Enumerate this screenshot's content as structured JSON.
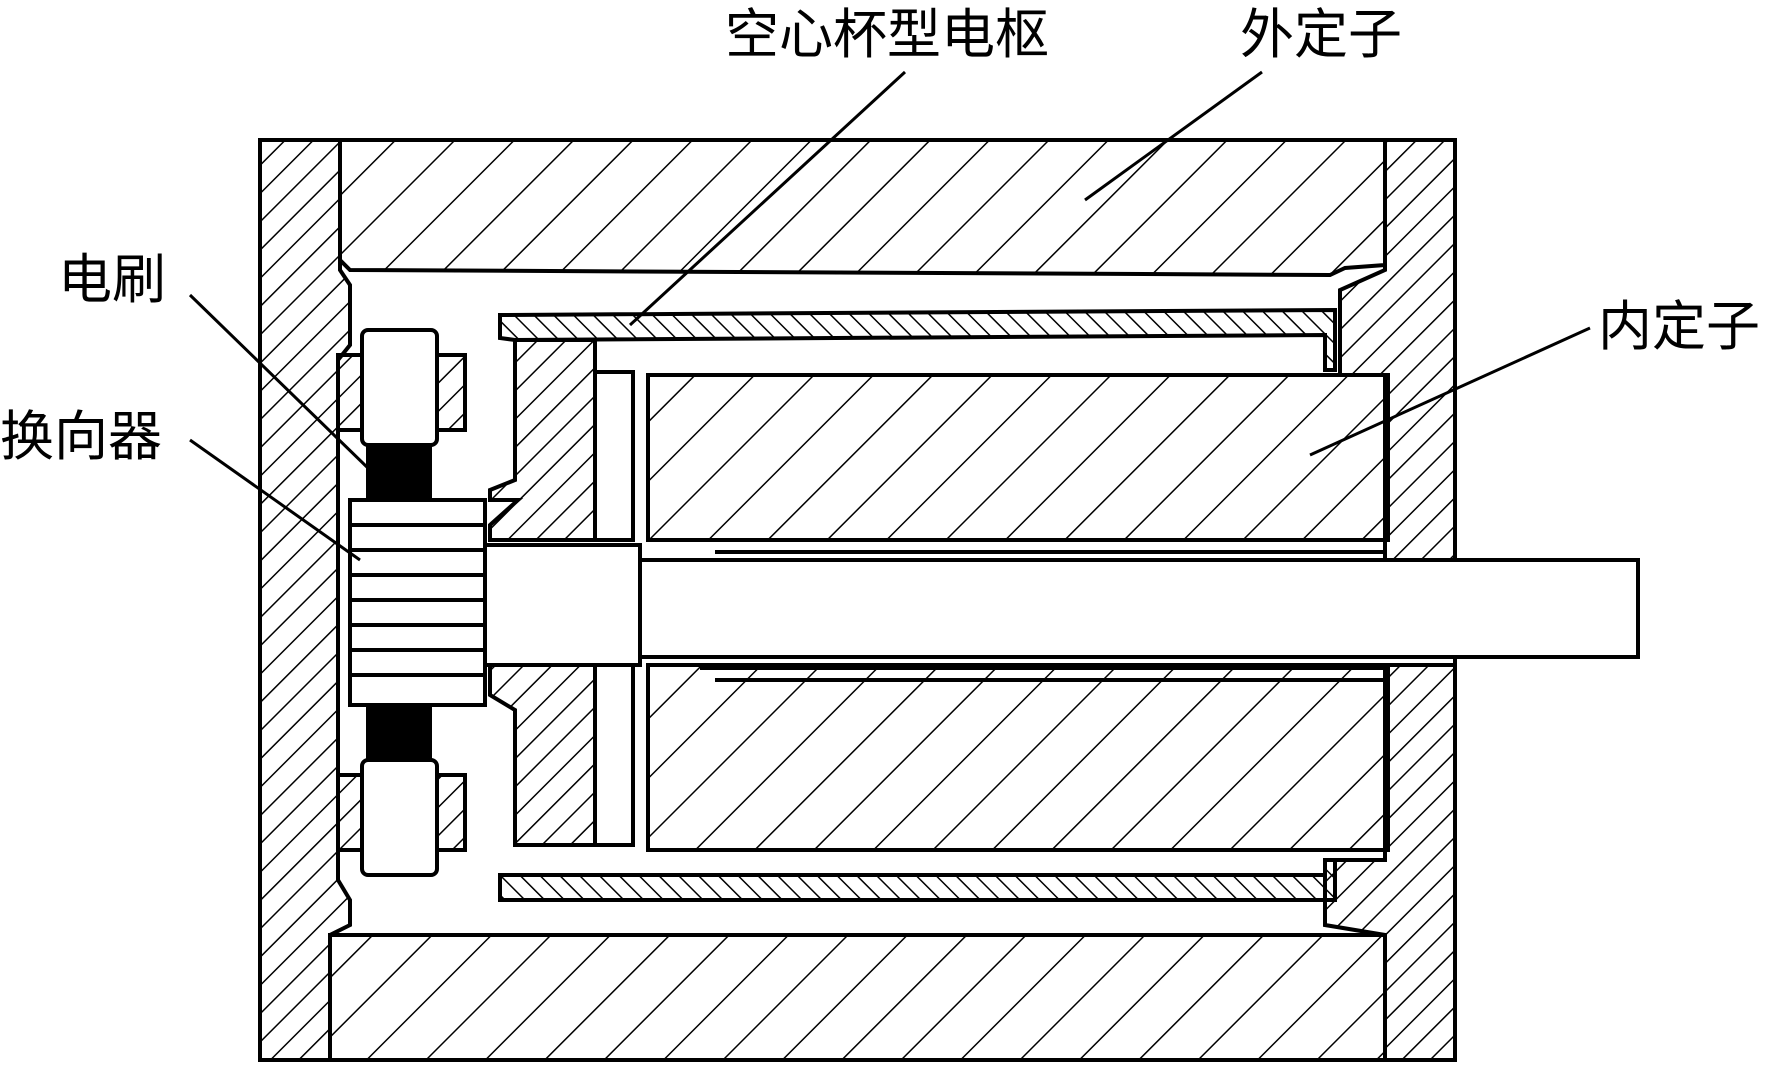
{
  "labels": {
    "armature": "空心杯型电枢",
    "outer_stator": "外定子",
    "inner_stator": "内定子",
    "brush": "电刷",
    "commutator": "换向器"
  },
  "colors": {
    "line": "#000000",
    "background": "#ffffff"
  }
}
